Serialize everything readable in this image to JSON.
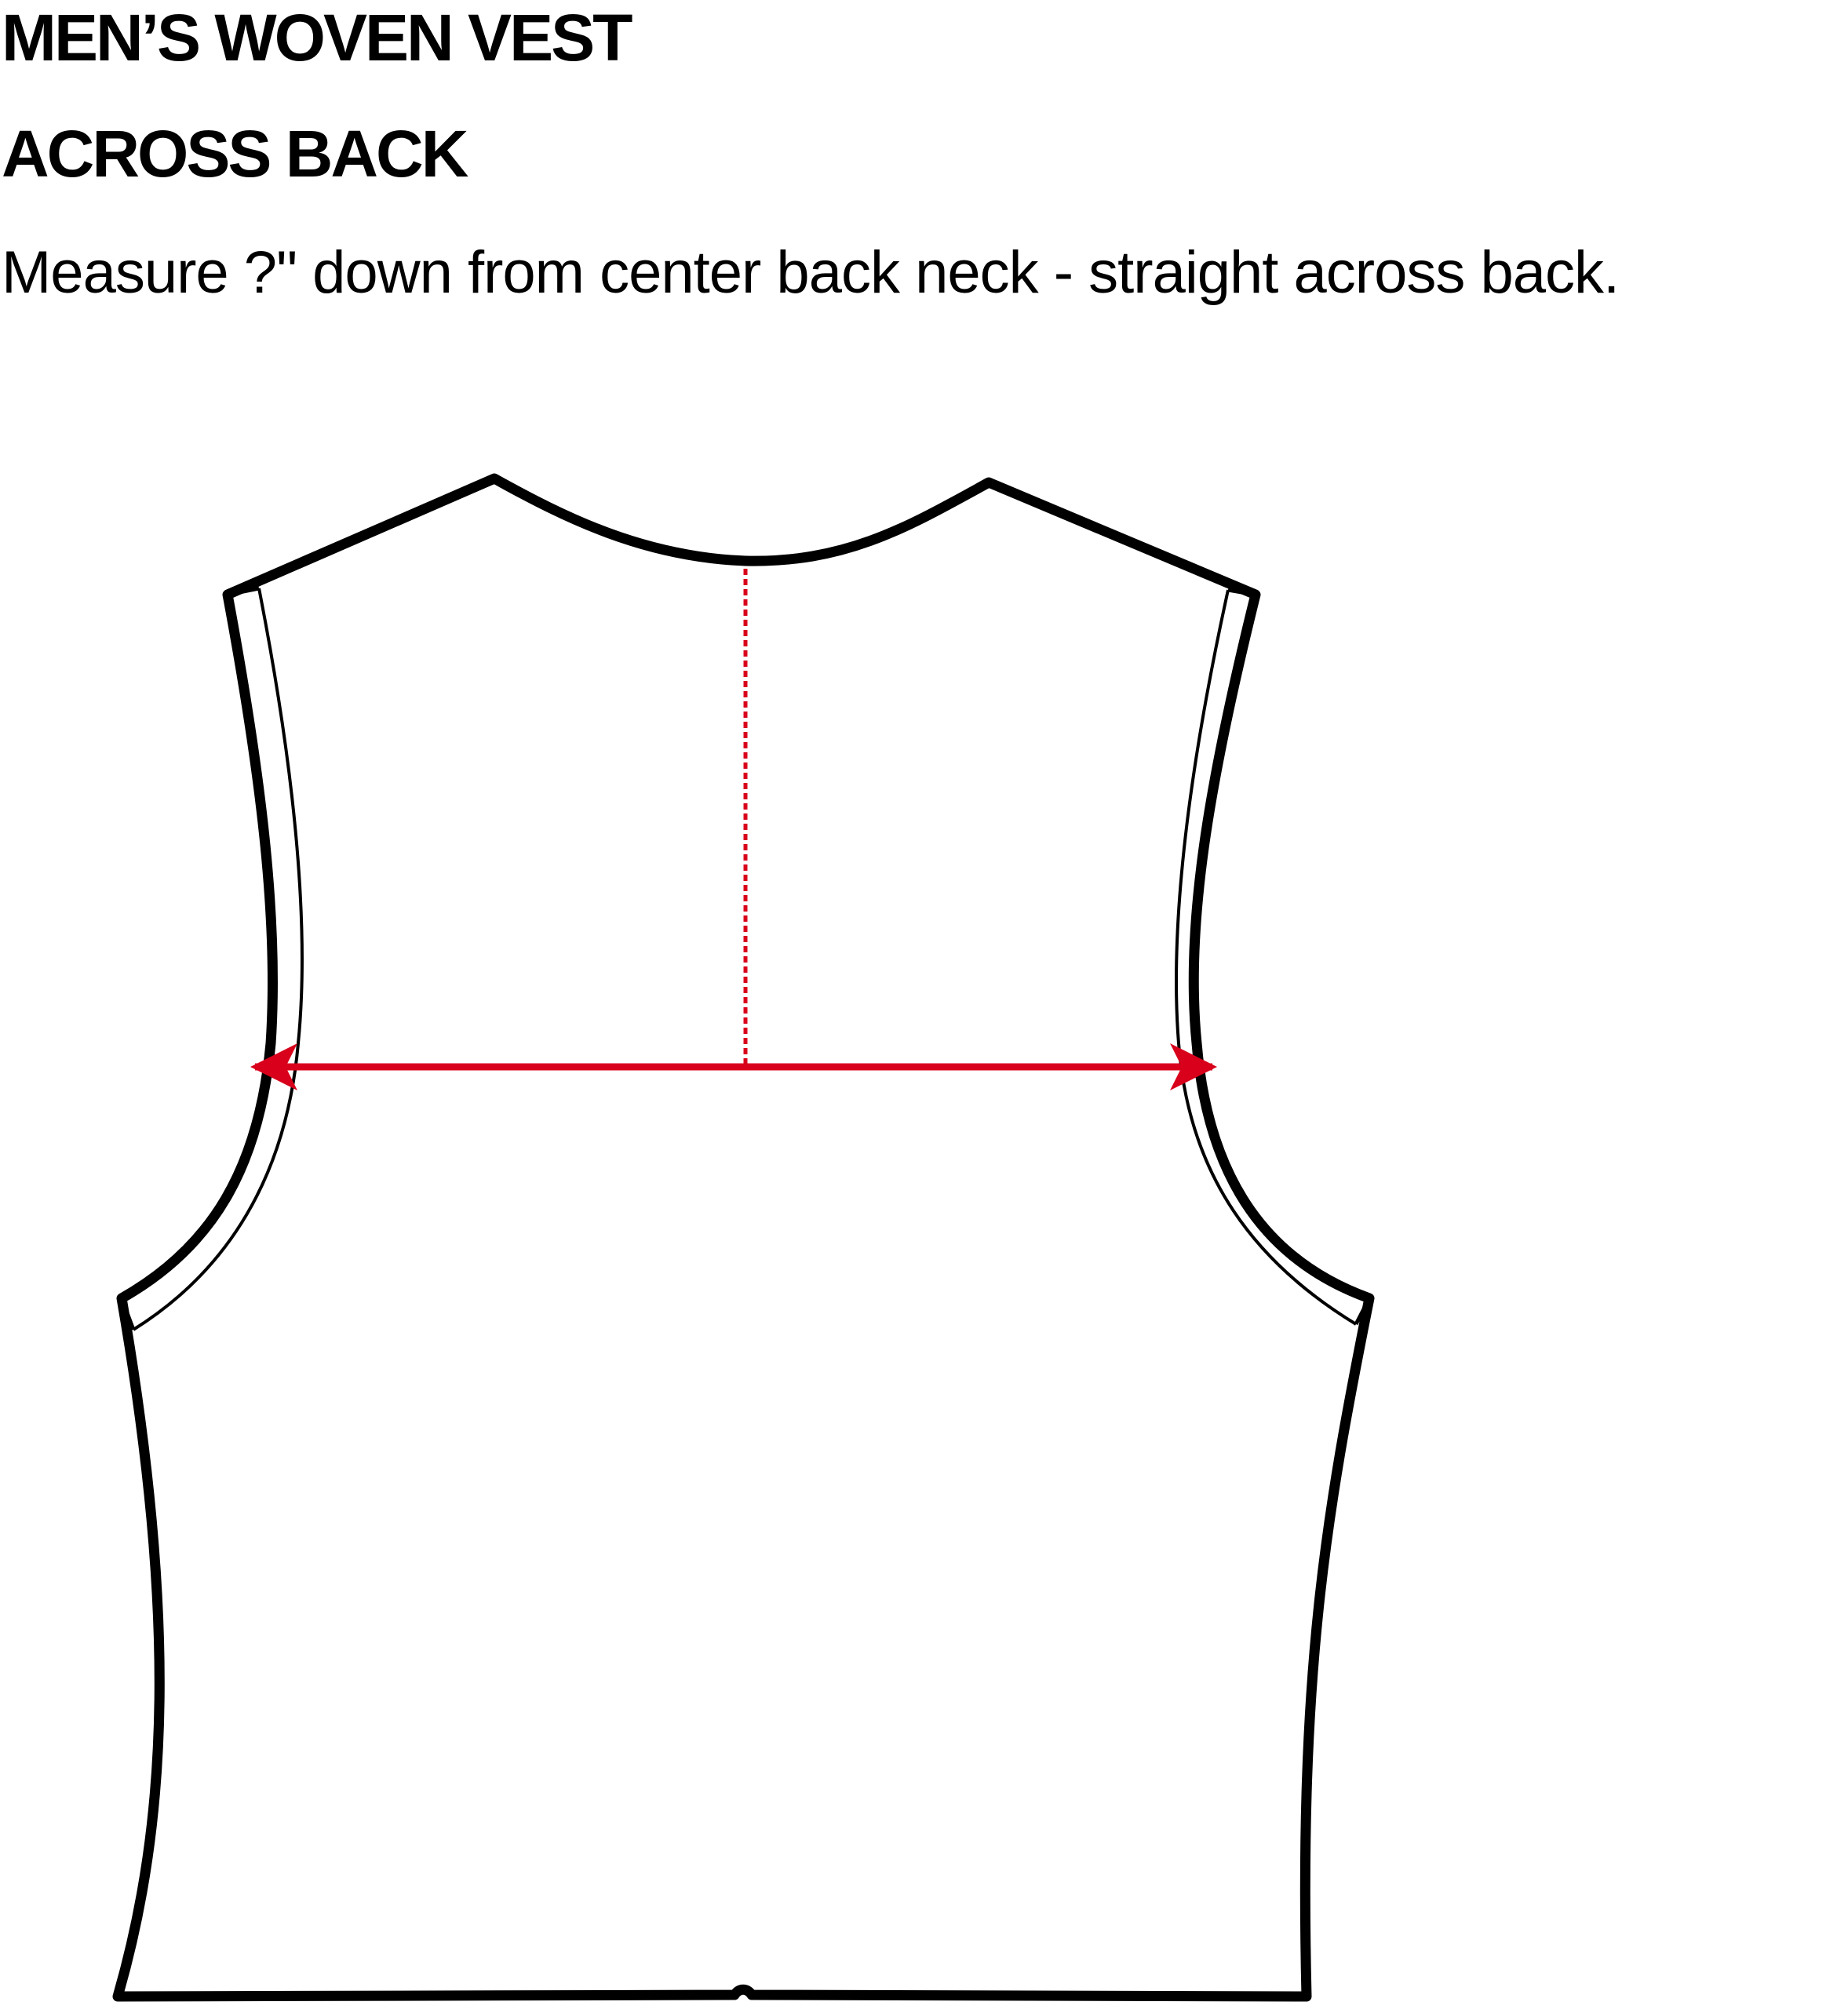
{
  "header": {
    "title": "MEN’S WOVEN VEST",
    "subtitle": "ACROSS BACK",
    "instruction": "Measure ?\" down from center back neck - straight across back."
  },
  "diagram": {
    "garment": "vest-back-view",
    "measurement": "across-back",
    "colors": {
      "outline": "#000000",
      "measure_line": "#d8001b",
      "background": "#ffffff"
    }
  }
}
